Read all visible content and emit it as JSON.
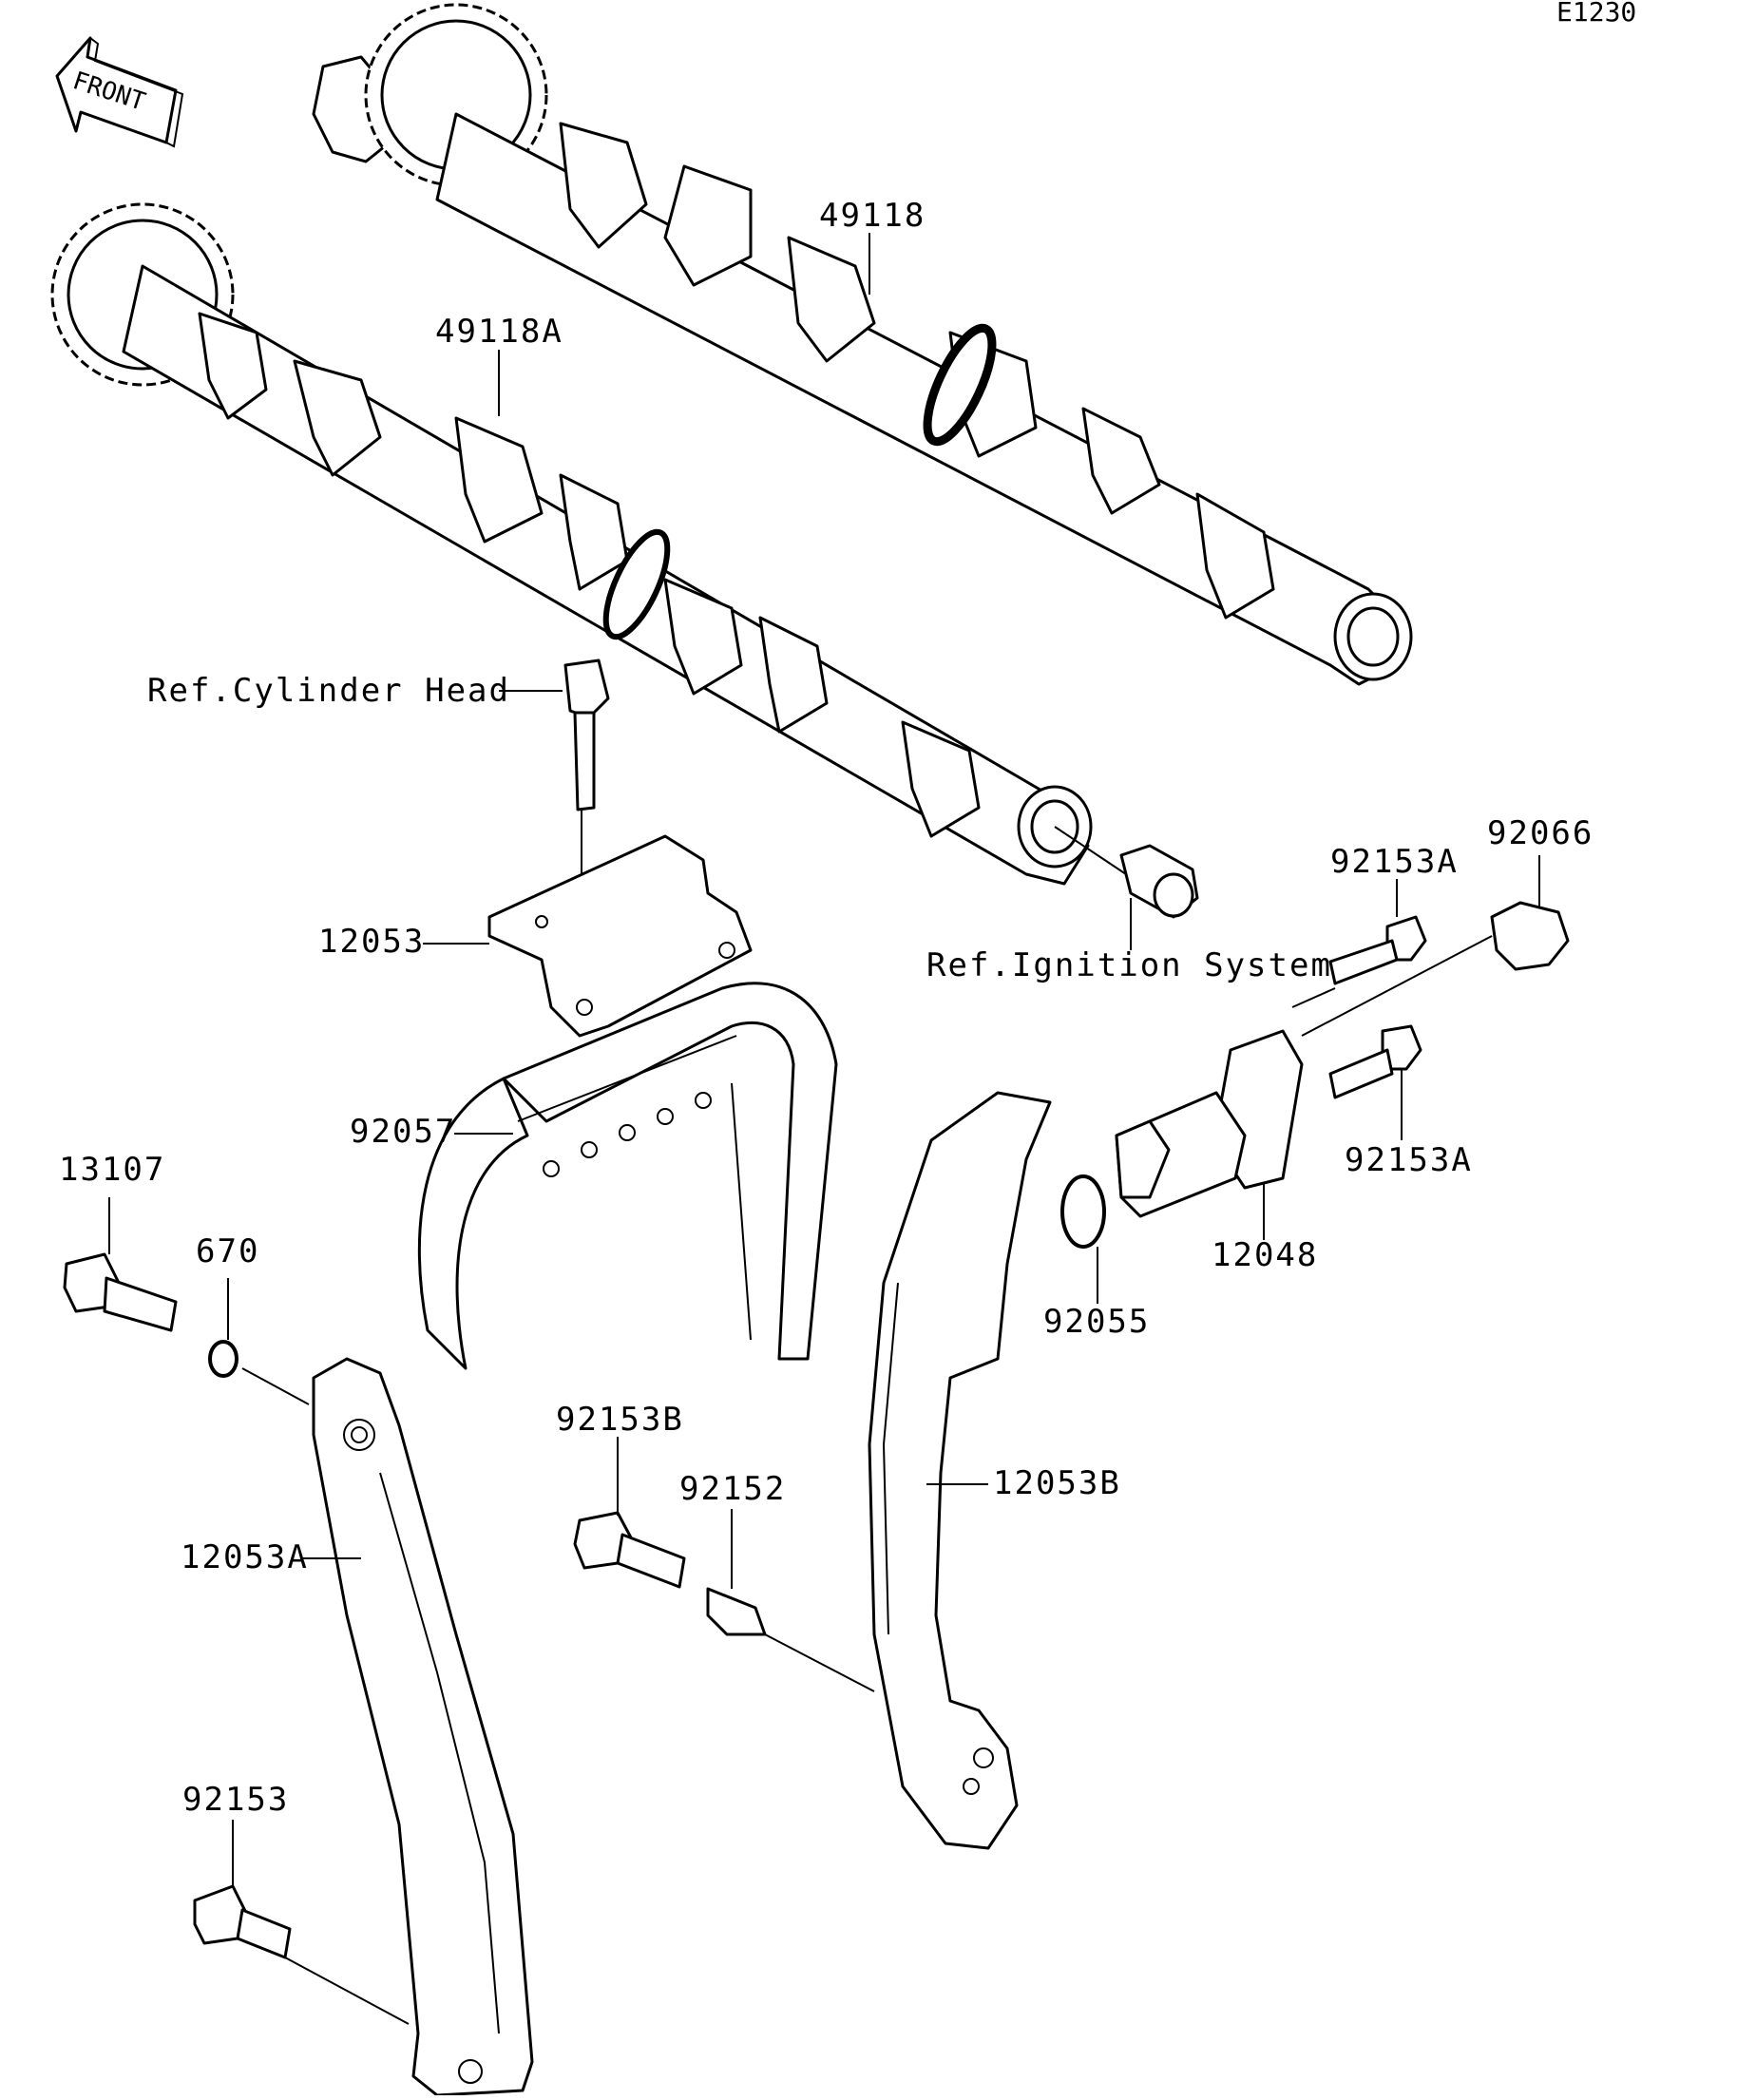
{
  "diagram": {
    "code": "E1230",
    "front_label": "FRONT",
    "refs": {
      "cylinder_head": "Ref.Cylinder Head",
      "ignition_system": "Ref.Ignition System"
    },
    "parts": {
      "p49118": "49118",
      "p49118A": "49118A",
      "p12053": "12053",
      "p92057": "92057",
      "p13107": "13107",
      "p670": "670",
      "p12053A": "12053A",
      "p92153B": "92153B",
      "p92152": "92152",
      "p12053B": "12053B",
      "p92153": "92153",
      "p92153A_top": "92153A",
      "p92153A_bottom": "92153A",
      "p92066": "92066",
      "p12048": "12048",
      "p92055": "92055"
    }
  }
}
